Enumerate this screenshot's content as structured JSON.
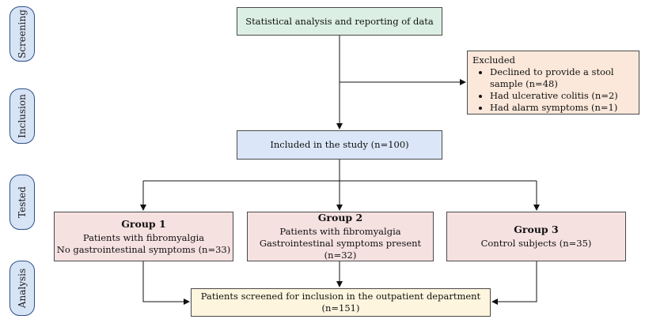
{
  "stages": {
    "screening": "Screening",
    "inclusion": "Inclusion",
    "tested": "Tested",
    "analysis": "Analysis"
  },
  "top_box": "Statistical analysis and reporting of data",
  "excluded": {
    "title": "Excluded",
    "items": [
      "Declined to provide a stool sample (n=48)",
      "Had ulcerative colitis (n=2)",
      "Had alarm symptoms (n=1)"
    ]
  },
  "included_box": "Included in the study (n=100)",
  "groups": [
    {
      "title": "Group 1",
      "line1": "Patients with fibromyalgia",
      "line2": "No gastrointestinal symptoms (n=33)"
    },
    {
      "title": "Group 2",
      "line1": "Patients with fibromyalgia",
      "line2": "Gastrointestinal symptoms present (n=32)"
    },
    {
      "title": "Group 3",
      "line1": "Control subjects (n=35)",
      "line2": ""
    }
  ],
  "screened_box": "Patients screened for inclusion in the outpatient department (n=151)",
  "colors": {
    "stage_fill": "#d7e4f6",
    "stage_border": "#2f4f86",
    "top_fill": "#dcefe4",
    "included_fill": "#dbe7f8",
    "group_fill": "#f6e1e1",
    "excluded_fill": "#fbe8da",
    "screened_fill": "#fdf5de"
  }
}
